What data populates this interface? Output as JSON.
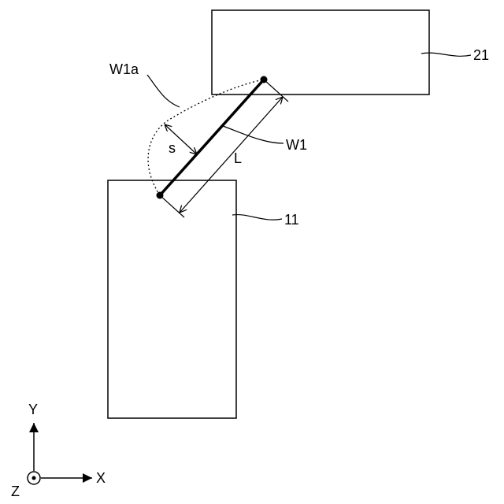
{
  "labels": {
    "block_upper": "21",
    "block_lower": "11",
    "wire": "W1",
    "wire_alt": "W1a",
    "distance": "s",
    "length": "L"
  },
  "axes": {
    "y": "Y",
    "x": "X",
    "z": "Z"
  },
  "colors": {
    "line": "#000000",
    "background": "#ffffff"
  }
}
